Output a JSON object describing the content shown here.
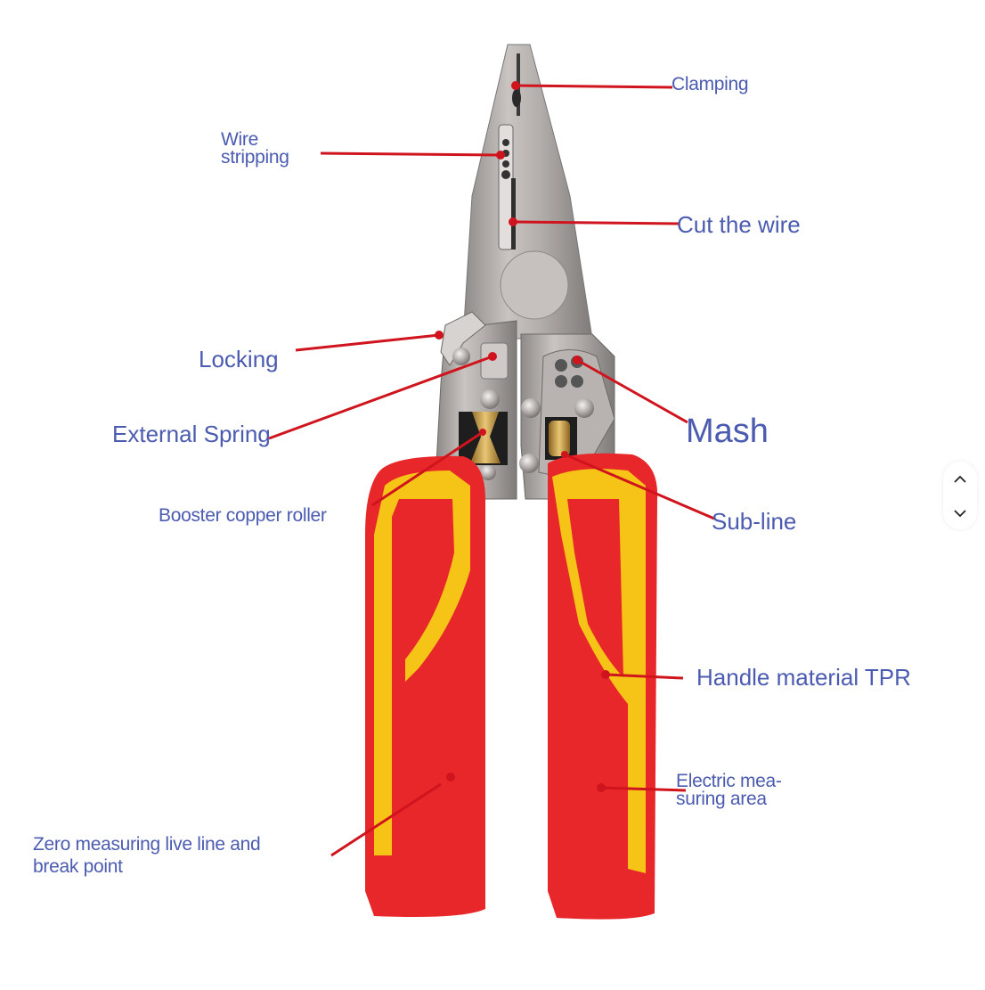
{
  "diagram": {
    "subject": "Multifunction electrician pliers",
    "label_color": "#4b5bb0",
    "leader_color": "#d0141e",
    "handle_red": "#e8272b",
    "handle_yellow": "#f5c416",
    "labels": [
      {
        "id": "clamping",
        "text": "Clamping"
      },
      {
        "id": "wire-stripping",
        "line1": "Wire",
        "line2": "stripping"
      },
      {
        "id": "cut-the-wire",
        "text": "Cut the wire"
      },
      {
        "id": "locking",
        "text": "Locking"
      },
      {
        "id": "external-spring",
        "text": "External Spring"
      },
      {
        "id": "mash",
        "text": "Mash"
      },
      {
        "id": "booster-copper-roller",
        "text": "Booster copper roller"
      },
      {
        "id": "sub-line",
        "text": "Sub-line"
      },
      {
        "id": "handle-material",
        "text": "Handle material TPR"
      },
      {
        "id": "electric-measuring",
        "line1": "Electric mea-",
        "line2": "suring area"
      },
      {
        "id": "zero-measuring",
        "line1": "Zero measuring live line and",
        "line2": "break point"
      }
    ]
  },
  "scroll_widget": {
    "up_icon": "chevron-up-icon",
    "down_icon": "chevron-down-icon"
  }
}
